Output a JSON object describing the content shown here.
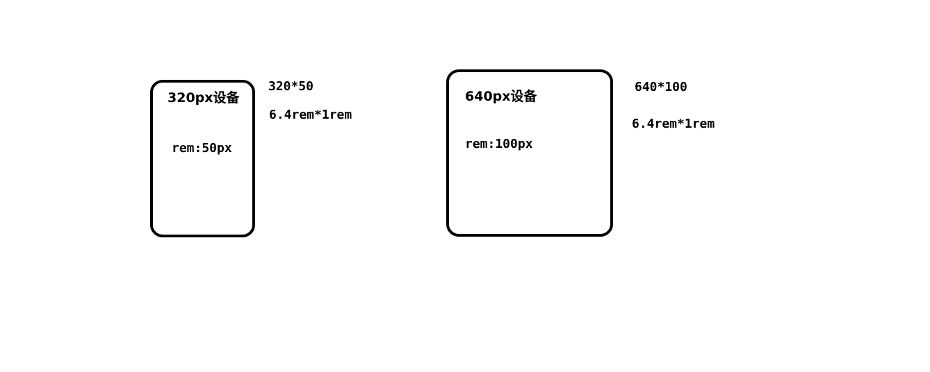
{
  "devices": [
    {
      "title": "320px设备",
      "rem": "rem:50px",
      "size": "320*50",
      "rem_size": "6.4rem*1rem"
    },
    {
      "title": "640px设备",
      "rem": "rem:100px",
      "size": "640*100",
      "rem_size": "6.4rem*1rem"
    }
  ]
}
